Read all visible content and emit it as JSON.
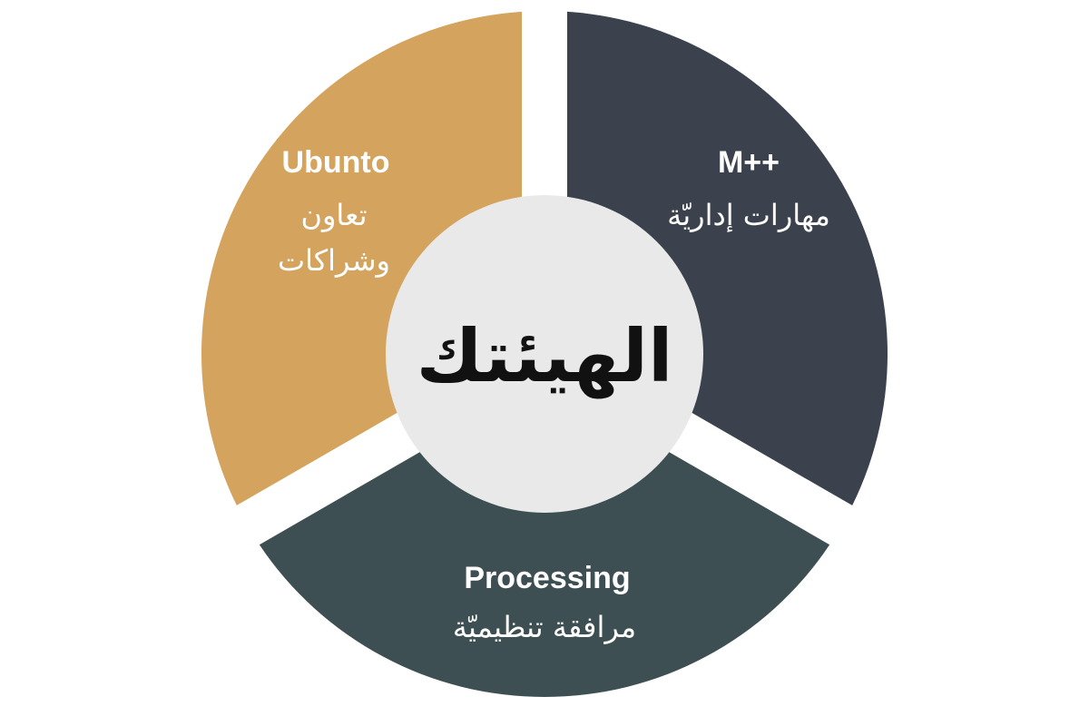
{
  "hub": {
    "label": "الهيئتك",
    "color": "#e8e9e8"
  },
  "segments": [
    {
      "id": "ubuntu",
      "title": "Ubunto",
      "subtitle_lines": [
        "تعاون",
        "وشراكات"
      ],
      "color": "#d4a35e"
    },
    {
      "id": "mpp",
      "title": "M++",
      "subtitle_lines": [
        "مهارات إداريّة"
      ],
      "color": "#3b424d"
    },
    {
      "id": "processing",
      "title": "Processing",
      "subtitle_lines": [
        "مرافقة تنظيميّة"
      ],
      "color": "#3d4f52"
    }
  ]
}
